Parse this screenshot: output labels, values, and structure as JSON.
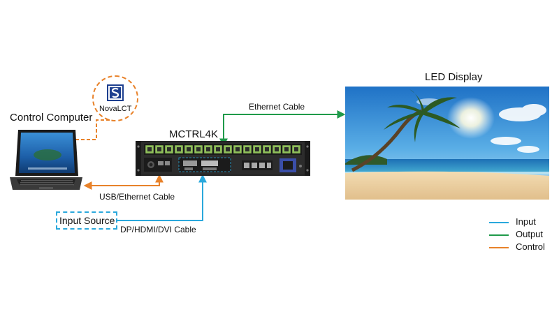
{
  "colors": {
    "input": "#2aa8dc",
    "output": "#1f9a4a",
    "control": "#e8822a"
  },
  "icons": {
    "novalct": "novalct-logo-icon",
    "laptop": "laptop-icon",
    "controller": "mctrl4k-controller-icon",
    "display": "led-display-icon"
  },
  "labels": {
    "control_computer": "Control Computer",
    "novalct": "NovaLCT",
    "controller": "MCTRL4K",
    "led_display": "LED Display",
    "ethernet_cable": "Ethernet Cable",
    "usb_ethernet_cable": "USB/Ethernet Cable",
    "input_source": "Input Source",
    "dp_hdmi_dvi_cable": "DP/HDMI/DVI Cable"
  },
  "legend": [
    {
      "label": "Input",
      "color": "#2aa8dc"
    },
    {
      "label": "Output",
      "color": "#1f9a4a"
    },
    {
      "label": "Control",
      "color": "#e8822a"
    }
  ]
}
